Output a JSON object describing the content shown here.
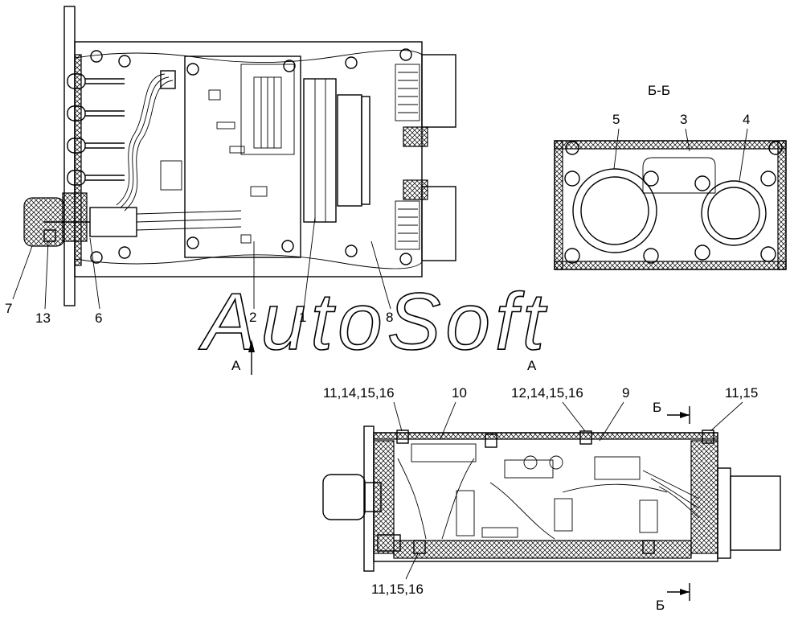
{
  "callouts": {
    "c7": "7",
    "c13": "13",
    "c6": "6",
    "c2": "2",
    "c1": "1",
    "c8": "8",
    "c5": "5",
    "c3": "3",
    "c4": "4",
    "c10": "10",
    "c9": "9",
    "c11_14_15_16": "11,14,15,16",
    "c12_14_15_16": "12,14,15,16",
    "c11_15": "11,15",
    "c11_15_16": "11,15,16"
  },
  "view_labels": {
    "section_bb": "Б-Б",
    "arrow_a": "А",
    "view_a": "А",
    "cut_b_top": "Б",
    "cut_b_bottom": "Б"
  },
  "watermark": "AutoSoft"
}
